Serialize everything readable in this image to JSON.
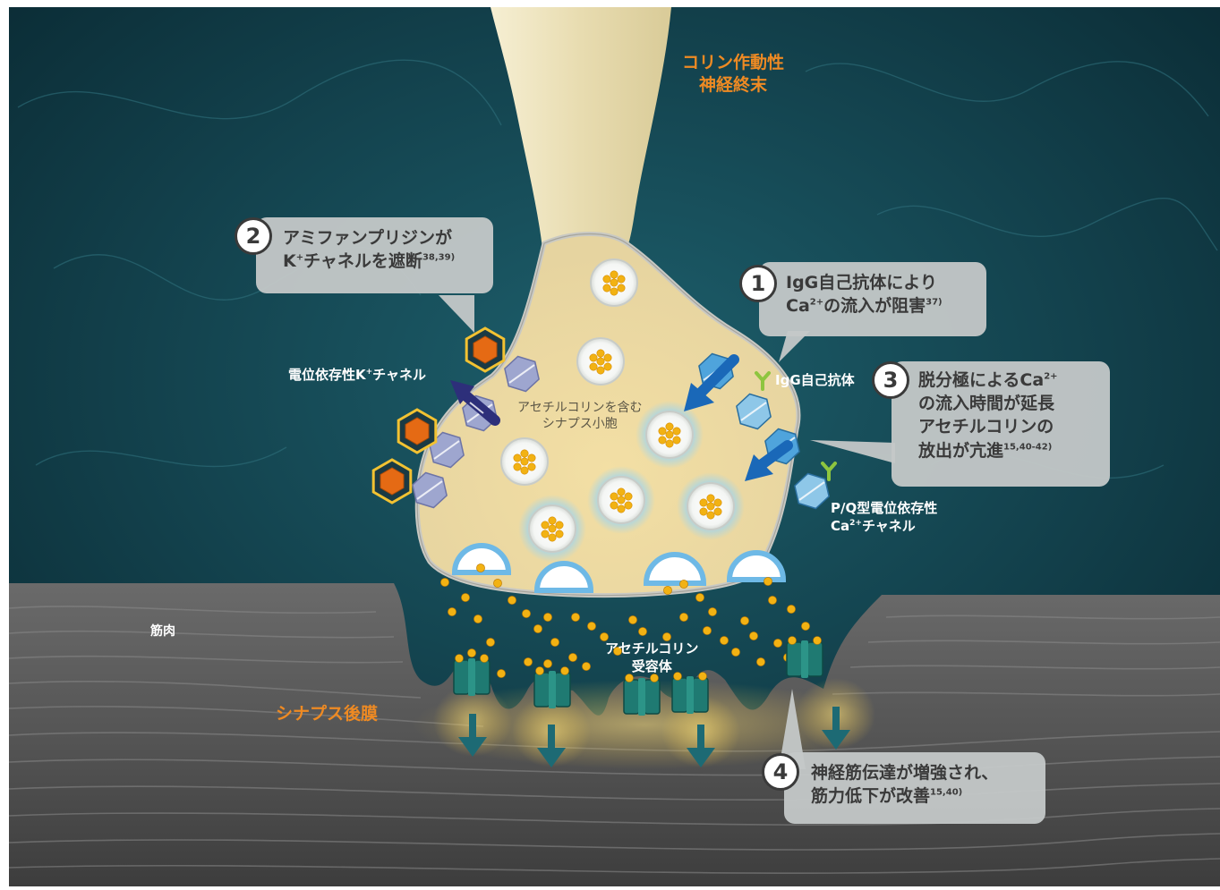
{
  "labels": {
    "nerve_terminal": [
      "コリン作動性",
      "神経終末"
    ],
    "muscle": "筋肉",
    "postsynaptic_membrane": "シナプス後膜",
    "k_channel": {
      "pre": "電位依存性K",
      "sup": "+",
      "post": "チャネル"
    },
    "vesicle": [
      "アセチルコリンを含む",
      "シナプス小胞"
    ],
    "igg_antibody": "IgG自己抗体",
    "pq_channel": {
      "line1": "P/Q型電位依存性",
      "line2_pre": "Ca",
      "line2_sup": "2+",
      "line2_post": "チャネル"
    },
    "ach_receptor": [
      "アセチルコリン",
      "受容体"
    ]
  },
  "callouts": [
    {
      "num": "1",
      "lines": [
        {
          "text": "IgG自己抗体により"
        },
        {
          "pre": "Ca",
          "sup": "2+",
          "post": "の流入が阻害",
          "ref": "37)"
        }
      ]
    },
    {
      "num": "2",
      "lines": [
        {
          "text": "アミファンプリジンが"
        },
        {
          "pre": "K",
          "sup": "+",
          "post": "チャネルを遮断",
          "ref": "38,39)"
        }
      ]
    },
    {
      "num": "3",
      "lines": [
        {
          "pre": "脱分極によるCa",
          "sup": "2+"
        },
        {
          "text": "の流入時間が延長"
        },
        {
          "text": "アセチルコリンの"
        },
        {
          "pre": "放出が亢進",
          "ref": "15,40-42)"
        }
      ]
    },
    {
      "num": "4",
      "lines": [
        {
          "text": "神経筋伝達が増強され、"
        },
        {
          "pre": "筋力低下が改善",
          "ref": "15,40)"
        }
      ]
    }
  ],
  "colors": {
    "background": "#0f3a45",
    "muscle": "#5a5a5a",
    "nerve": "#efe3bb",
    "accent": "#ee8a23",
    "callout": "#c4c8c8",
    "vesicle_dot": "#f2b213",
    "receptor": "#1f7a72",
    "ca_channel": "#4fa4dc",
    "k_channel": "#9ea6cf",
    "amifampridine": "#e56a14"
  },
  "icons": [
    "ca-channel-icon",
    "k-channel-icon",
    "amifampridine-icon",
    "igg-antibody-icon",
    "synaptic-vesicle-icon",
    "ach-receptor-icon",
    "flow-arrow-icon"
  ]
}
